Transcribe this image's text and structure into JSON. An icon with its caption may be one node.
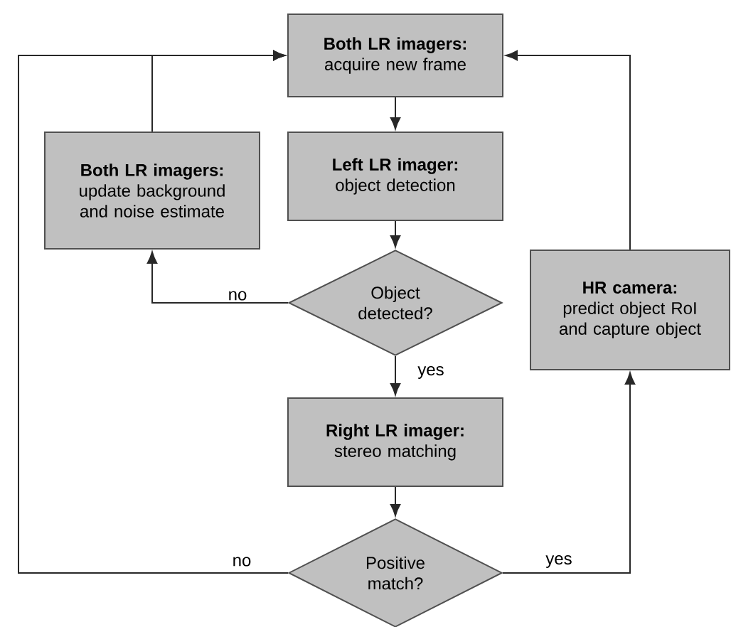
{
  "diagram": {
    "nodes": [
      {
        "text": [
          "Both LR imagers:",
          "acquire new frame"
        ]
      },
      {
        "text": [
          "Both LR imagers:",
          "update background and noise estimate"
        ]
      },
      {
        "text": [
          "Left LR imager:",
          "object detection"
        ]
      },
      {
        "text": [
          "Object detected?"
        ]
      },
      {
        "text": [
          "Right LR imager:",
          "stereo matching"
        ]
      },
      {
        "text": [
          "Positive match?"
        ]
      },
      {
        "text": [
          "HR camera:",
          "predict object RoI and capture object"
        ]
      }
    ],
    "edges": [
      {
        "from": 0,
        "to": 2,
        "arrow": "to"
      },
      {
        "from": 2,
        "to": 3,
        "arrow": "to"
      },
      {
        "from": 3,
        "to": 1,
        "arrow": "to",
        "label": "no"
      },
      {
        "from": 3,
        "to": 4,
        "arrow": "to",
        "label": "yes"
      },
      {
        "from": 4,
        "to": 5,
        "arrow": "to"
      },
      {
        "from": 5,
        "to": 0,
        "arrow": "to",
        "label": "no"
      },
      {
        "from": 5,
        "to": 6,
        "arrow": "to",
        "label": "yes"
      },
      {
        "from": 6,
        "to": 0,
        "arrow": "to"
      },
      {
        "from": 1,
        "to": 0,
        "arrow": "to"
      }
    ]
  }
}
